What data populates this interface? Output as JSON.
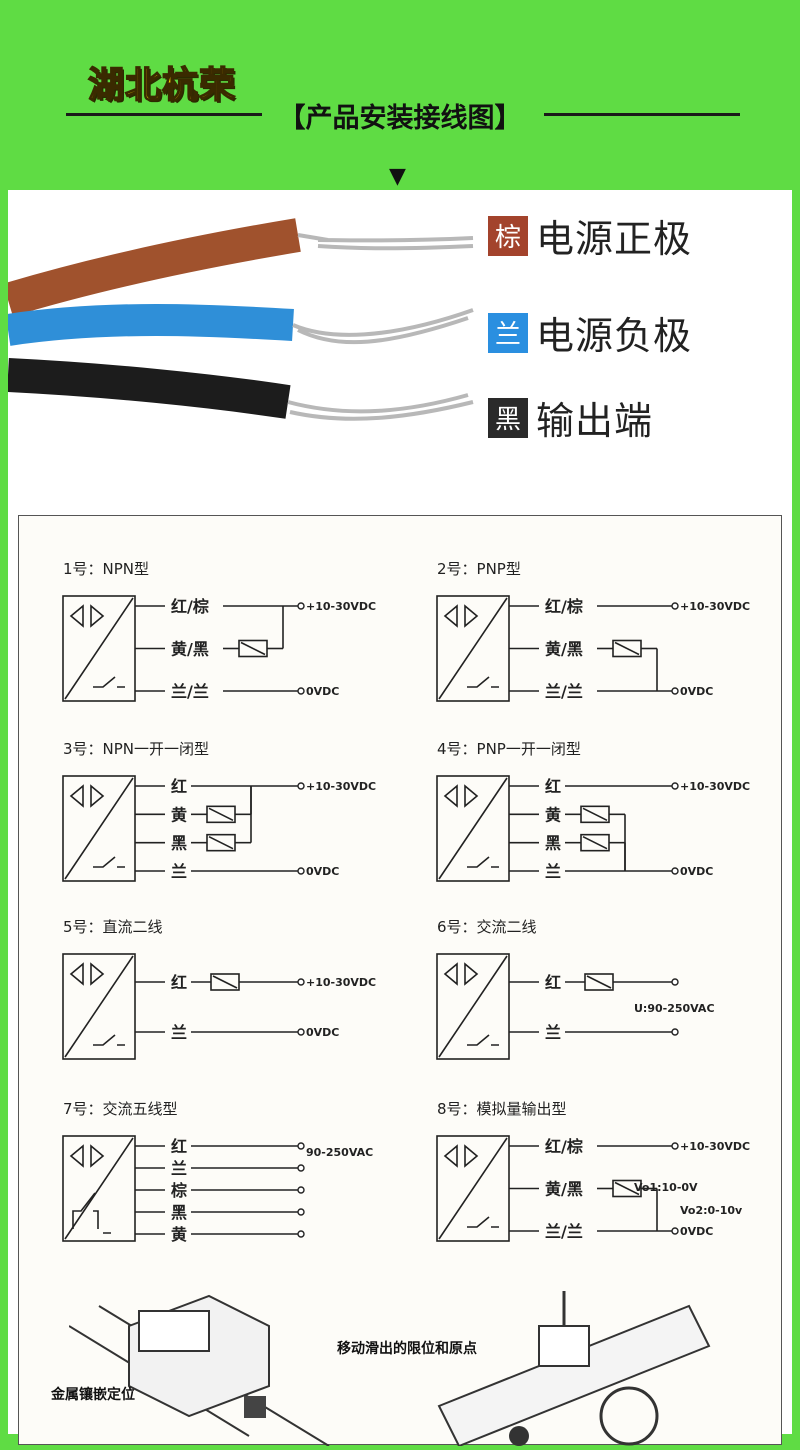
{
  "header": {
    "brand": "湖北杭荣",
    "subtitle": "【产品安装接线图】",
    "arrow": "▼"
  },
  "wires": [
    {
      "tag": "棕",
      "text": "电源正极",
      "color": "#a3432c",
      "wire": "#a0522d"
    },
    {
      "tag": "兰",
      "text": "电源负极",
      "color": "#2a8fe0",
      "wire": "#2f8fd8"
    },
    {
      "tag": "黑",
      "text": "输出端",
      "color": "#2a2a2a",
      "wire": "#1c1c1c"
    }
  ],
  "diagrams": [
    {
      "title": "1号：NPN型",
      "switch": "no",
      "wires": [
        {
          "label": "红/棕",
          "term": "+10-30VDC"
        },
        {
          "label": "黄/黑",
          "load": "top"
        },
        {
          "label": "兰/兰",
          "term": "0VDC"
        }
      ]
    },
    {
      "title": "2号：PNP型",
      "switch": "no",
      "wires": [
        {
          "label": "红/棕",
          "term": "+10-30VDC"
        },
        {
          "label": "黄/黑",
          "load": "bottom"
        },
        {
          "label": "兰/兰",
          "term": "0VDC"
        }
      ]
    },
    {
      "title": "3号：NPN一开一闭型",
      "switch": "no",
      "wires": [
        {
          "label": "红",
          "term": "+10-30VDC"
        },
        {
          "label": "黄",
          "load": "top"
        },
        {
          "label": "黑",
          "load": "top"
        },
        {
          "label": "兰",
          "term": "0VDC"
        }
      ]
    },
    {
      "title": "4号：PNP一开一闭型",
      "switch": "no",
      "wires": [
        {
          "label": "红",
          "term": "+10-30VDC"
        },
        {
          "label": "黄",
          "load": "bottom"
        },
        {
          "label": "黑",
          "load": "bottom"
        },
        {
          "label": "兰",
          "term": "0VDC"
        }
      ]
    },
    {
      "title": "5号：直流二线",
      "switch": "no",
      "wires": [
        {
          "label": "红",
          "term": "+10-30VDC",
          "inline": true
        },
        {
          "label": "兰",
          "term": "0VDC"
        }
      ]
    },
    {
      "title": "6号：交流二线",
      "switch": "no",
      "note": "U:90-250VAC",
      "wires": [
        {
          "label": "红",
          "term": "",
          "inline": true
        },
        {
          "label": "兰",
          "term": ""
        }
      ]
    },
    {
      "title": "7号：交流五线型",
      "switch": "relay",
      "note": "90-250VAC",
      "wires": [
        {
          "label": "红",
          "term": ""
        },
        {
          "label": "兰",
          "term": ""
        },
        {
          "label": "棕",
          "term": ""
        },
        {
          "label": "黑",
          "term": ""
        },
        {
          "label": "黄",
          "term": ""
        }
      ]
    },
    {
      "title": "8号：模拟量输出型",
      "switch": "no",
      "note": "Vo1:10-0V",
      "note2": "Vo2:0-10v",
      "wires": [
        {
          "label": "红/棕",
          "term": "+10-30VDC"
        },
        {
          "label": "黄/黑",
          "load": "bottom"
        },
        {
          "label": "兰/兰",
          "term": "0VDC"
        }
      ]
    }
  ],
  "bottom": {
    "left_label": "金属镶嵌定位",
    "right_label": "移动滑出的限位和原点"
  }
}
